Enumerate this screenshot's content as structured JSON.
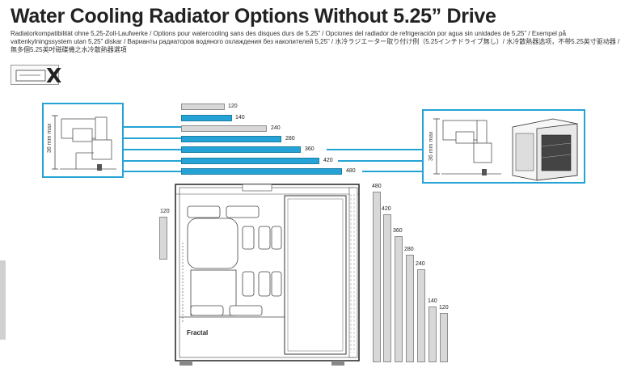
{
  "title": "Water Cooling Radiator Options Without 5.25” Drive",
  "subtitle": "Radiatorkompatibilität ohne 5,25-Zoll-Laufwerke / Options pour watercooling sans des disques durs de 5,25” / Opciones del radiador de refrigeración por agua sin unidades de 5,25” / Exempel på vattenkylningssystem utan 5,25” diskar / Варианты радиаторов водяного охлаждения без накопителей 5,25” / 水冷ラジエーター取り付け例（5.25インチドライブ無し）/ 水冷散熱器选项，不带5.25英寸驱动器 / 無多個5.25英吋磁碟機之水冷散熱器選項",
  "drive_symbol": "X",
  "left_inset": {
    "label": "36 mm max"
  },
  "right_inset": {
    "label": "36 mm max"
  },
  "top_radiators": [
    {
      "label": "120",
      "color": "grey",
      "length": 120
    },
    {
      "label": "140",
      "color": "blue",
      "length": 140
    },
    {
      "label": "240",
      "color": "grey",
      "length": 240
    },
    {
      "label": "280",
      "color": "blue",
      "length": 280
    },
    {
      "label": "360",
      "color": "blue",
      "length": 360
    },
    {
      "label": "420",
      "color": "blue",
      "length": 420
    },
    {
      "label": "480",
      "color": "blue",
      "length": 480
    }
  ],
  "rear_radiator": {
    "label": "120"
  },
  "front_radiators": [
    {
      "label": "480",
      "length": 480
    },
    {
      "label": "420",
      "length": 420
    },
    {
      "label": "360",
      "length": 360
    },
    {
      "label": "280",
      "length": 280
    },
    {
      "label": "240",
      "length": 240
    },
    {
      "label": "140",
      "length": 140
    },
    {
      "label": "120",
      "length": 120
    }
  ],
  "brand": "Fractal",
  "colors": {
    "accent": "#25a3d6",
    "grey_bar": "#d8d8d8"
  }
}
